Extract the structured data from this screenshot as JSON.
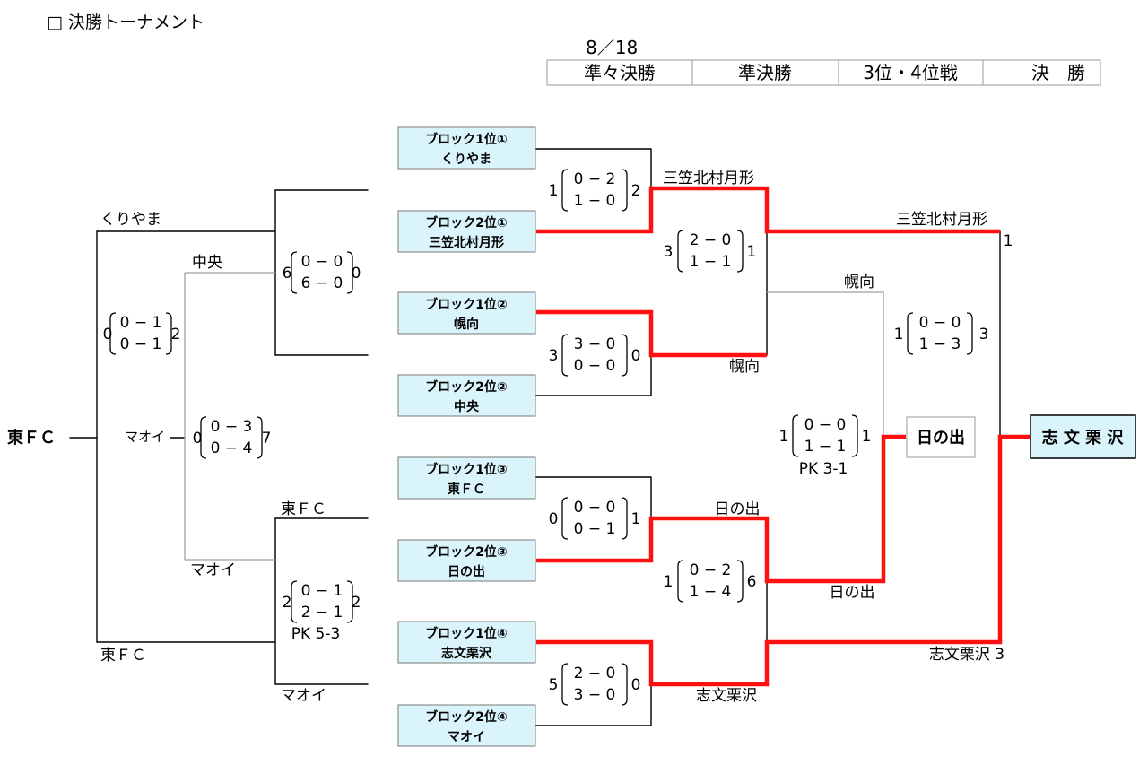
{
  "page_title": "□ 決勝トーナメント",
  "date": "8／18",
  "rounds": [
    "準々決勝",
    "準決勝",
    "3位・4位戦",
    "決　勝"
  ],
  "block_teams": [
    {
      "seed": "ブロック1位①",
      "name": "くりやま"
    },
    {
      "seed": "ブロック2位①",
      "name": "三笠北村月形"
    },
    {
      "seed": "ブロック1位②",
      "name": "幌向"
    },
    {
      "seed": "ブロック2位②",
      "name": "中央"
    },
    {
      "seed": "ブロック1位③",
      "name": "東ＦＣ"
    },
    {
      "seed": "ブロック2位③",
      "name": "日の出"
    },
    {
      "seed": "ブロック1位④",
      "name": "志文栗沢"
    },
    {
      "seed": "ブロック2位④",
      "name": "マオイ"
    }
  ],
  "quarterfinals": [
    {
      "left": "1",
      "h1": "0 − 2",
      "h2": "1 − 0",
      "right": "2",
      "winner": "三笠北村月形"
    },
    {
      "left": "3",
      "h1": "3 − 0",
      "h2": "0 − 0",
      "right": "0",
      "winner": "幌向"
    },
    {
      "left": "0",
      "h1": "0 − 0",
      "h2": "0 − 1",
      "right": "1",
      "winner": "日の出"
    },
    {
      "left": "5",
      "h1": "2 − 0",
      "h2": "3 − 0",
      "right": "0",
      "winner": "志文栗沢"
    }
  ],
  "semifinals": [
    {
      "left": "3",
      "h1": "2 − 0",
      "h2": "1 − 1",
      "right": "1",
      "winner": "三笠北村月形",
      "loser": "幌向"
    },
    {
      "left": "1",
      "h1": "0 − 2",
      "h2": "1 − 4",
      "right": "6",
      "winner": "志文栗沢",
      "loser": "日の出"
    }
  ],
  "third_place": {
    "upper": {
      "left": "1",
      "h1": "0 − 0",
      "h2": "1 − 3",
      "right": "3"
    },
    "lower": {
      "left": "1",
      "h1": "0 − 0",
      "h2": "1 − 1",
      "right": "1",
      "pk": "PK 3-1"
    },
    "winner": "日の出"
  },
  "final": {
    "winner": "志 文 栗 沢",
    "top_team": "三笠北村月形",
    "top_score": "1",
    "bottom_team": "志文栗沢 3"
  },
  "consolation": {
    "root": "東ＦＣ",
    "sf_top_team": "くりやま",
    "sf_bottom_team": "東ＦＣ",
    "sf_score": {
      "left": "0",
      "h1": "0 − 1",
      "h2": "0 − 1",
      "right": "2"
    },
    "qf_top": {
      "left": "6",
      "h1": "0 − 0",
      "h2": "6 − 0",
      "right": "0"
    },
    "qf_bottom": {
      "left": "2",
      "h1": "0 − 1",
      "h2": "2 − 1",
      "right": "2",
      "pk": "PK 5-3"
    },
    "mid_top_team": "中央",
    "mid_bottom_team": "マオイ",
    "mid_label": "マオイ",
    "mid_score": {
      "left": "0",
      "h1": "0 − 3",
      "h2": "0 − 4",
      "right": "7"
    },
    "qf_bottom_top_team": "東ＦＣ",
    "qf_bottom_bottom_team": "マオイ"
  }
}
